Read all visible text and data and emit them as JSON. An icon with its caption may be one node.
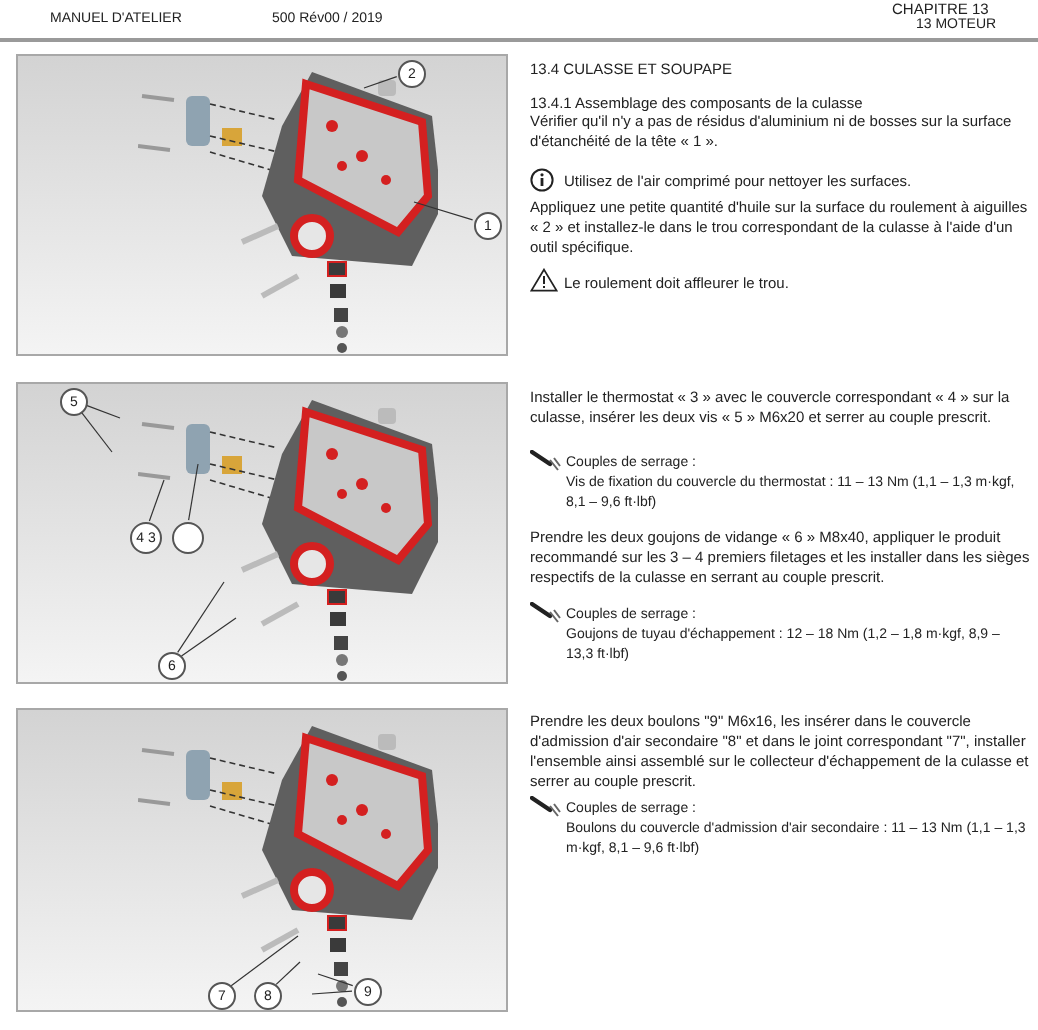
{
  "diagram": {
    "nodes": [
      {
        "text": [],
        "shape": "picture"
      },
      {
        "text": [
          "2"
        ],
        "in": 0
      },
      {
        "text": [
          "1"
        ],
        "in": 0
      },
      {
        "text": [],
        "shape": "picture"
      },
      {
        "text": [
          "5"
        ],
        "in": 3
      },
      {
        "text": [
          "4 3"
        ],
        "in": 3
      },
      {
        "text": [],
        "shape": "circle",
        "in": 3
      },
      {
        "text": [
          "6"
        ],
        "in": 3
      },
      {
        "text": [],
        "shape": "picture"
      },
      {
        "text": [
          "7"
        ],
        "in": 8
      },
      {
        "text": [
          "8"
        ],
        "in": 8
      },
      {
        "text": [
          "9"
        ],
        "in": 8
      }
    ],
    "edges": [
      {
        "from": 1,
        "to": null,
        "arrow": "none"
      },
      {
        "from": 2,
        "to": null,
        "arrow": "none"
      },
      {
        "from": 4,
        "to": null,
        "arrow": "none"
      },
      {
        "from": 4,
        "to": null,
        "arrow": "none"
      },
      {
        "from": 5,
        "to": null,
        "arrow": "none"
      },
      {
        "from": 6,
        "to": null,
        "arrow": "none"
      },
      {
        "from": 7,
        "to": null,
        "arrow": "none"
      },
      {
        "from": 7,
        "to": null,
        "arrow": "none"
      },
      {
        "from": 9,
        "to": null,
        "arrow": "none"
      },
      {
        "from": 10,
        "to": null,
        "arrow": "none"
      },
      {
        "from": 11,
        "to": null,
        "arrow": "none"
      },
      {
        "from": 11,
        "to": null,
        "arrow": "none"
      }
    ],
    "labels": [
      "MANUEL D'ATELIER",
      "500 Rév00 / 2019",
      "CHAPITRE 13",
      "13 MOTEUR",
      "13.4 CULASSE ET SOUPAPE",
      "13.4.1 Assemblage des composants de la culasse",
      "Vérifier qu'il n'y a pas de résidus d'aluminium ni de bosses sur la surface d'étanchéité de la tête « 1 ».",
      "Utilisez de l'air comprimé pour nettoyer les surfaces.",
      "Appliquez une petite quantité d'huile sur la surface du roulement à aiguilles « 2 » et installez-le dans le trou correspondant de la culasse à l'aide d'un outil spécifique.",
      "Le roulement doit affleurer le trou.",
      "Installer le thermostat « 3 » avec le couvercle correspondant « 4 » sur la culasse, insérer les deux vis « 5 » M6x20 et serrer au couple prescrit.",
      "Couples de serrage :",
      "Vis de fixation du couvercle du thermostat : 11 – 13 Nm (1,1 – 1,3 m·kgf, 8,1 – 9,6 ft·lbf)",
      "Prendre les deux goujons de vidange « 6 » M8x40, appliquer le produit recommandé sur les 3 – 4 premiers filetages et les installer dans les sièges respectifs de la culasse en serrant au couple prescrit.",
      "Couples de serrage :",
      "Goujons de tuyau d'échappement : 12 – 18 Nm (1,2 – 1,8 m·kgf, 8,9 – 13,3 ft·lbf)",
      "Prendre les deux boulons \"9\" M6x16, les insérer dans le couvercle d'admission d'air secondaire \"8\" et dans le joint correspondant \"7\", installer l'ensemble ainsi assemblé sur le collecteur d'échappement de la culasse et serrer au couple prescrit.",
      "Couples de serrage :",
      "Boulons du couvercle d'admission d'air secondaire : 11 – 13 Nm (1,1 – 1,3 m·kgf, 8,1 – 9,6 ft·lbf)"
    ]
  }
}
